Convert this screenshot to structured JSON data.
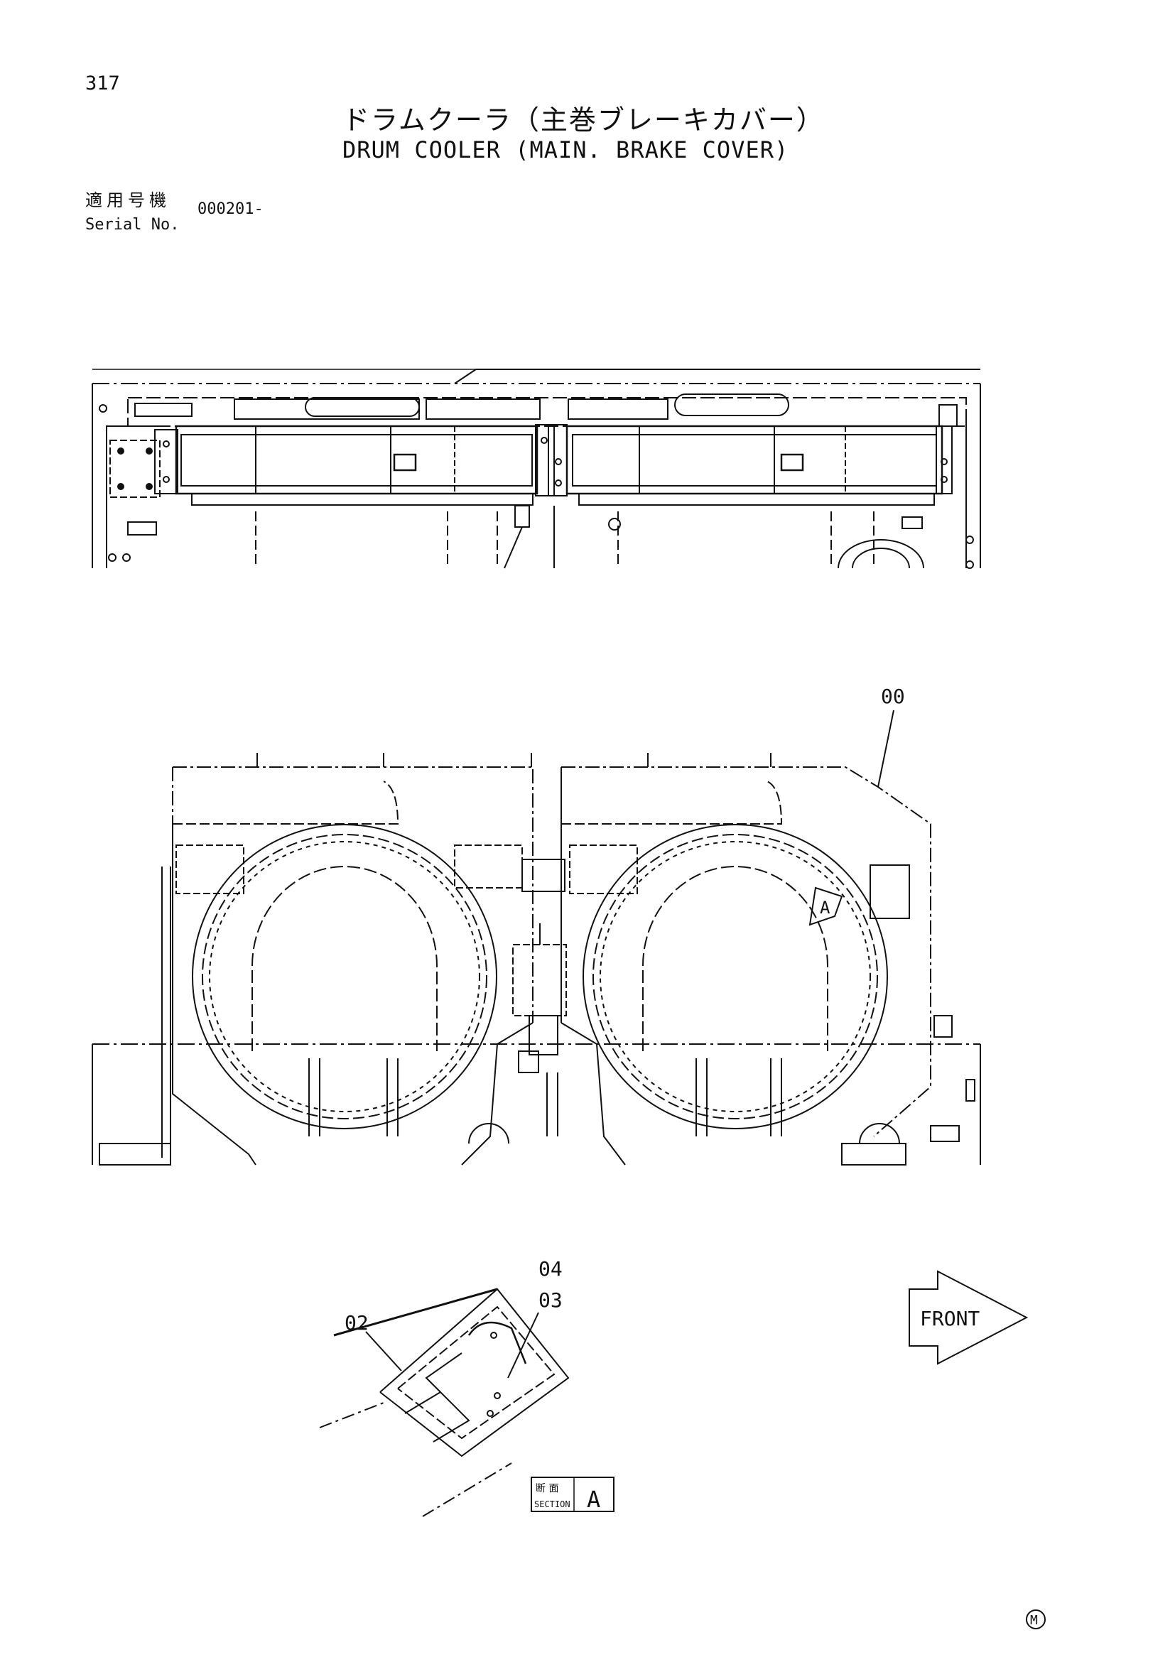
{
  "header": {
    "page_number": "317",
    "title_jp": "ドラムクーラ（主巻ブレーキカバー）",
    "title_en": "DRUM COOLER (MAIN. BRAKE COVER)",
    "serial_label_jp": "適用号機",
    "serial_label_en": "Serial No.",
    "serial_value": "000201-"
  },
  "callouts": {
    "part_00": "00",
    "part_02": "02",
    "part_03": "03",
    "part_04": "04",
    "view_marker": "A"
  },
  "section_label": {
    "jp": "断 面",
    "en": "SECTION",
    "letter": "A"
  },
  "front_arrow": "FRONT",
  "footer_mark": "M"
}
